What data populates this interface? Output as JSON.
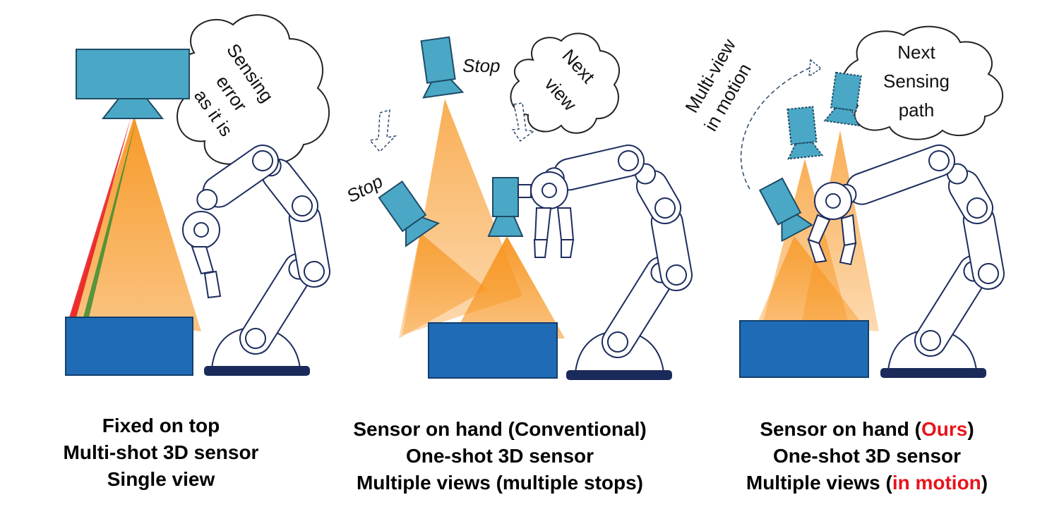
{
  "colors": {
    "sensor": "#4aa8c6",
    "object": "#1f6bb5",
    "beam": "#f7941d",
    "arm_outline": "#1c2d5e",
    "base": "#1a2a5a",
    "highlight": "#e8141c"
  },
  "panels": [
    {
      "cloud_lines": [
        "Sensing",
        "error",
        "as it is"
      ],
      "caption": [
        "Fixed on top",
        "Multi-shot 3D sensor",
        "Single view"
      ]
    },
    {
      "stop_top": "Stop",
      "stop_left": "Stop",
      "cloud_lines": [
        "Next",
        "view"
      ],
      "caption": [
        "Sensor on hand (Conventional)",
        "One-shot 3D sensor",
        "Multiple views (multiple stops)"
      ]
    },
    {
      "path_lines": [
        "Multi-view",
        "in motion"
      ],
      "cloud_lines": [
        "Next",
        "Sensing",
        "path"
      ],
      "caption_l1_pre": "Sensor on hand (",
      "caption_l1_hl": "Ours",
      "caption_l1_post": ")",
      "caption_l2": "One-shot 3D sensor",
      "caption_l3_pre": "Multiple views (",
      "caption_l3_hl": "in motion",
      "caption_l3_post": ")"
    }
  ]
}
